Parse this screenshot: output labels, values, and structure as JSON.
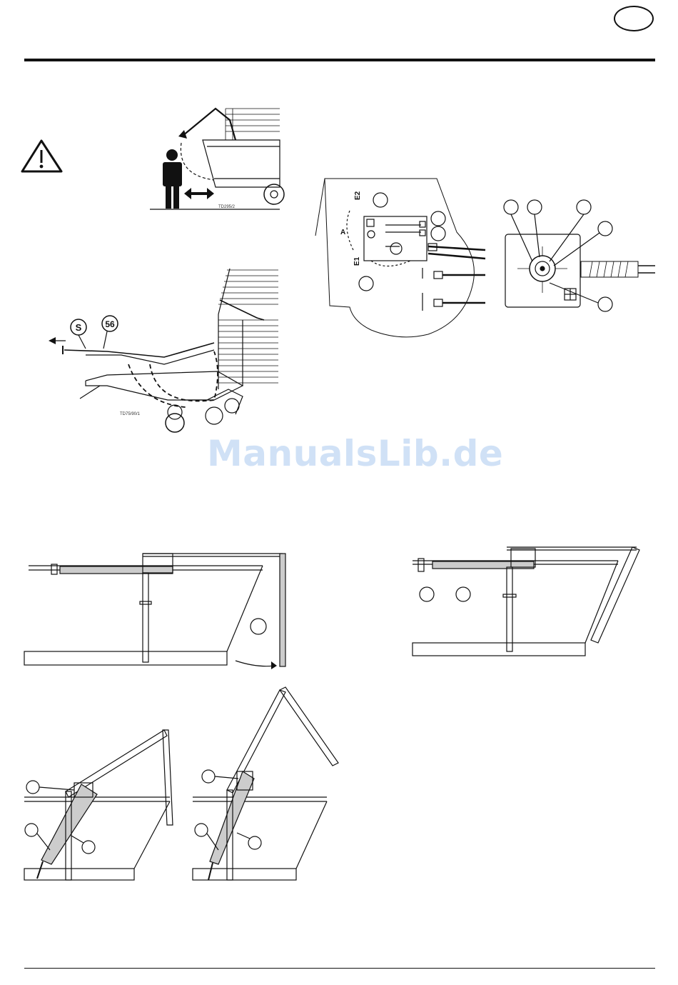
{
  "header": {
    "language_badge": ""
  },
  "figures": {
    "warning": {
      "code": "TD295/2"
    },
    "drawbar": {
      "code": "TD75/90/1",
      "label_s": "S",
      "label_56": "56"
    },
    "control_box": {
      "label_a": "A",
      "label_e1": "E1",
      "label_e2": "E2"
    }
  },
  "watermark": {
    "text": "ManualsLib.de"
  }
}
